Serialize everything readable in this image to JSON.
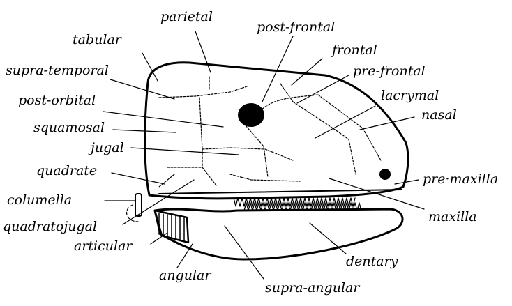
{
  "labels": {
    "parietal": "parietal",
    "post_frontal": "post-frontal",
    "tabular": "tabular",
    "frontal": "frontal",
    "supra_temporal": "supra-temporal",
    "pre_frontal": "pre-frontal",
    "post_orbital": "post-orbital",
    "lacrymal": "lacrymal",
    "nasal": "nasal",
    "squamosal": "squamosal",
    "jugal": "jugal",
    "quadrate": "quadrate",
    "pre_maxilla": "pre·maxilla",
    "columella": "columella",
    "maxilla": "maxilla",
    "quadratojugal": "quadratojugal",
    "articular": "articular",
    "dentary": "dentary",
    "angular": "angular",
    "supra_angular": "supra-angular"
  }
}
